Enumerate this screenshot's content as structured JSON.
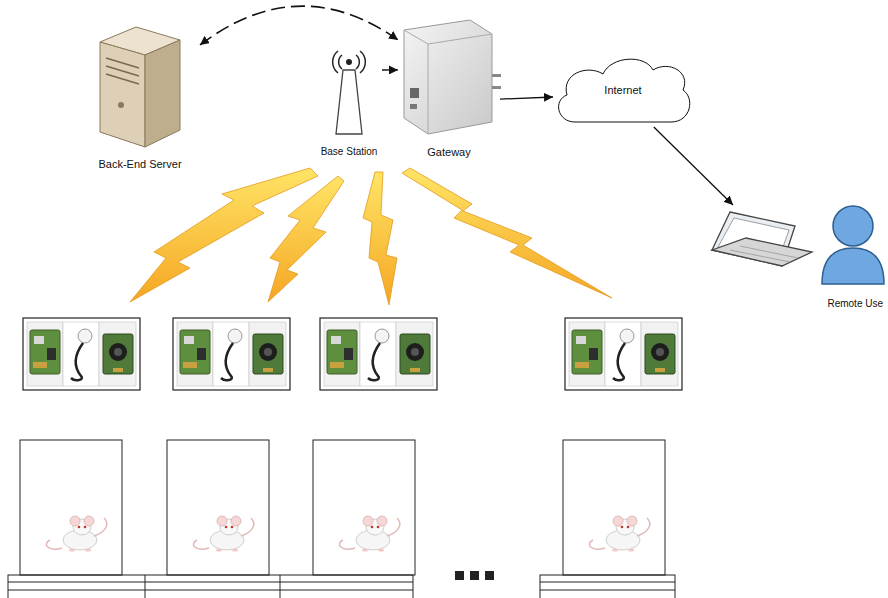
{
  "diagram": {
    "nodes": [
      {
        "text": [
          "Back-End Server"
        ]
      },
      {
        "text": [
          "Base Station"
        ]
      },
      {
        "text": [
          "Gateway"
        ]
      },
      {
        "text": [
          "Internet"
        ]
      },
      {
        "text": [
          "Remote Use"
        ]
      }
    ],
    "edges": [
      {
        "from": 0,
        "to": 2,
        "arrow": "both"
      },
      {
        "from": 1,
        "to": 2,
        "arrow": "to"
      },
      {
        "from": 2,
        "to": 3,
        "arrow": "to"
      },
      {
        "from": 3,
        "to": 4,
        "arrow": "to"
      }
    ]
  }
}
